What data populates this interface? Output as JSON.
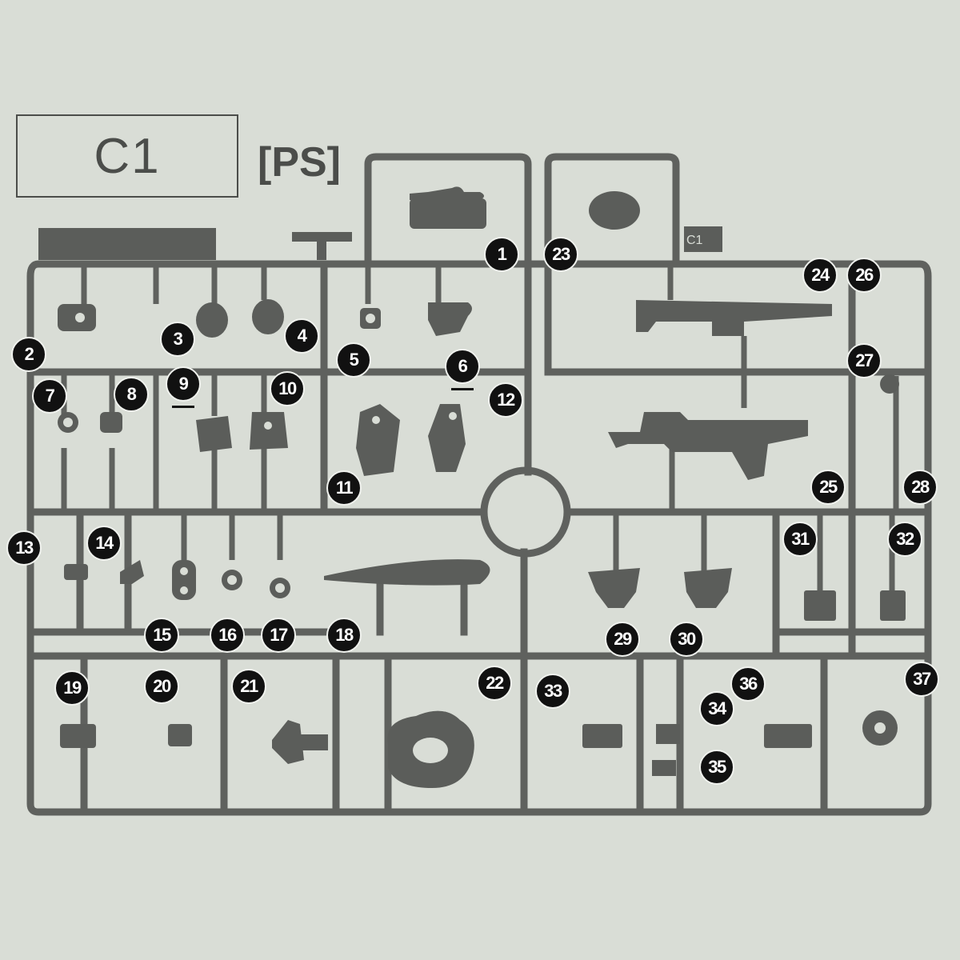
{
  "sprue": {
    "label": "C1",
    "material": "[PS]",
    "tag": "C1"
  },
  "parts": [
    "1",
    "2",
    "3",
    "4",
    "5",
    "6",
    "7",
    "8",
    "9",
    "10",
    "11",
    "12",
    "13",
    "14",
    "15",
    "16",
    "17",
    "18",
    "19",
    "20",
    "21",
    "22",
    "23",
    "24",
    "25",
    "26",
    "27",
    "28",
    "29",
    "30",
    "31",
    "32",
    "33",
    "34",
    "35",
    "36",
    "37"
  ],
  "underlined_parts": [
    "6",
    "9"
  ],
  "colors": {
    "background": "#d9ddd6",
    "plastic": "#5f615e",
    "badge": "#111111"
  }
}
